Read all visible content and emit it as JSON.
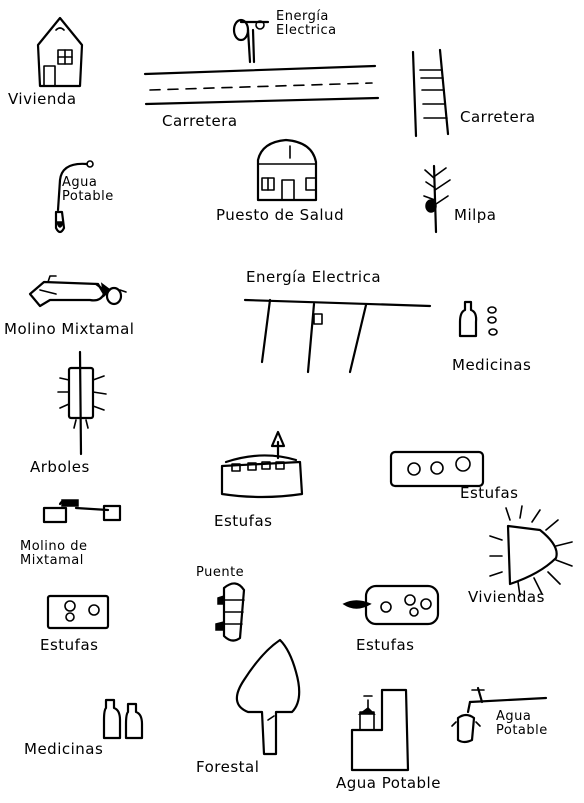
{
  "labels": {
    "vivienda": "Vivienda",
    "energia_top": "Energía\nElectrica",
    "carretera_1": "Carretera",
    "carretera_2": "Carretera",
    "agua_potable_1": "Agua\nPotable",
    "puesto_salud": "Puesto de Salud",
    "milpa": "Milpa",
    "molino_mixtamal": "Molino Mixtamal",
    "energia_mid": "Energía Electrica",
    "medicinas_1": "Medicinas",
    "arboles": "Arboles",
    "estufas_1": "Estufas",
    "estufas_2": "Estufas",
    "molino_de_mixtamal": "Molino de\nMixtamal",
    "viviendas": "Viviendas",
    "puente": "Puente",
    "estufas_3": "Estufas",
    "estufas_4": "Estufas",
    "medicinas_2": "Medicinas",
    "forestal": "Forestal",
    "agua_potable_2": "Agua Potable",
    "agua_potable_3": "Agua\nPotable"
  }
}
